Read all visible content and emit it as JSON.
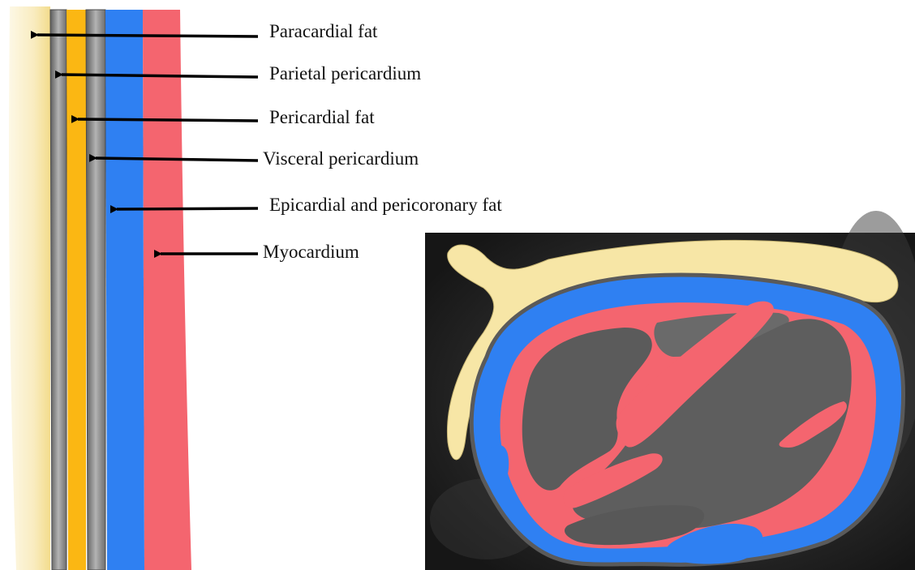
{
  "layers": [
    {
      "key": "paracardial-fat",
      "label": "Paracardial fat",
      "color": "#f7e6a6"
    },
    {
      "key": "parietal-pericardium",
      "label": "Parietal pericardium",
      "color": "#8a8a8a"
    },
    {
      "key": "pericardial-fat",
      "label": "Pericardial fat",
      "color": "#fbb713"
    },
    {
      "key": "visceral-pericardium",
      "label": "Visceral pericardium",
      "color": "#8a8a8a"
    },
    {
      "key": "epicardial-pericoronary-fat",
      "label": "Epicardial and pericoronary fat",
      "color": "#2f80f2"
    },
    {
      "key": "myocardium",
      "label": "Myocardium",
      "color": "#f4656f"
    }
  ],
  "ct_image": {
    "background_color": "#2a2a2a",
    "colors": {
      "paracardial_fat": "#f7e6a6",
      "epicardial_fat": "#2f80f2",
      "myocardium": "#f4656f",
      "pericardium_outline": "#5a5a5a",
      "chambers": "#5a5a5a"
    }
  }
}
